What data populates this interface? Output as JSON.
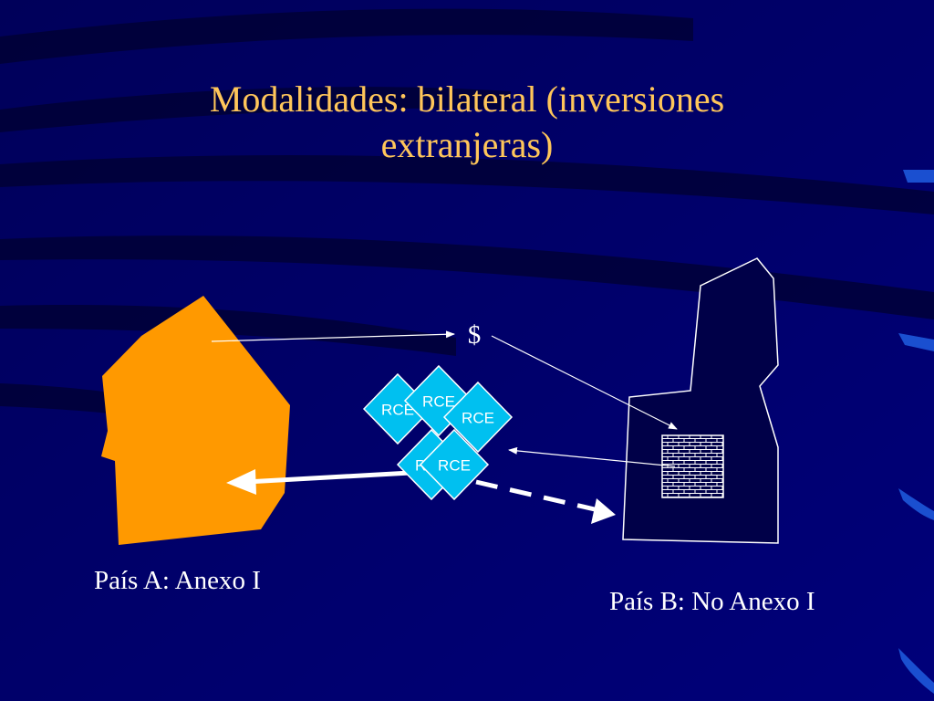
{
  "slide": {
    "title_line1": "Modalidades: bilateral (inversiones",
    "title_line2": "extranjeras)",
    "country_a_label": "País A: Anexo I",
    "country_b_label": "País B: No Anexo I",
    "currency_symbol": "$",
    "credit_label": "RCE"
  },
  "colors": {
    "background": "#00006a",
    "title": "#ffc65a",
    "country_a_fill": "#ff9900",
    "country_b_fill": "#000048",
    "rce_fill": "#00c0f0"
  }
}
